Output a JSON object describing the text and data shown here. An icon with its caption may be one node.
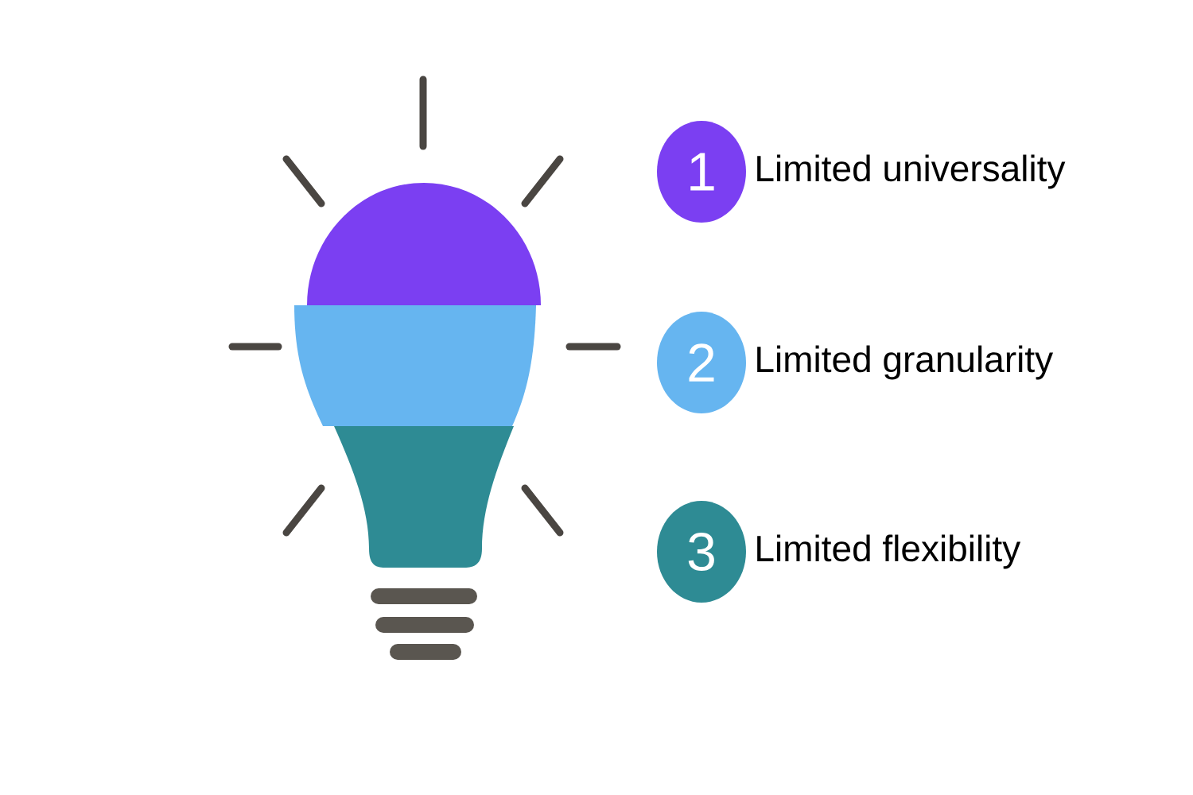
{
  "diagram": {
    "nodes": [
      {
        "text": [
          "1"
        ],
        "beside": [
          "Limited universality"
        ]
      },
      {
        "text": [
          "2"
        ],
        "beside": [
          "Limited granularity"
        ]
      },
      {
        "text": [
          "3"
        ],
        "beside": [
          "Limited flexibility"
        ]
      }
    ]
  }
}
